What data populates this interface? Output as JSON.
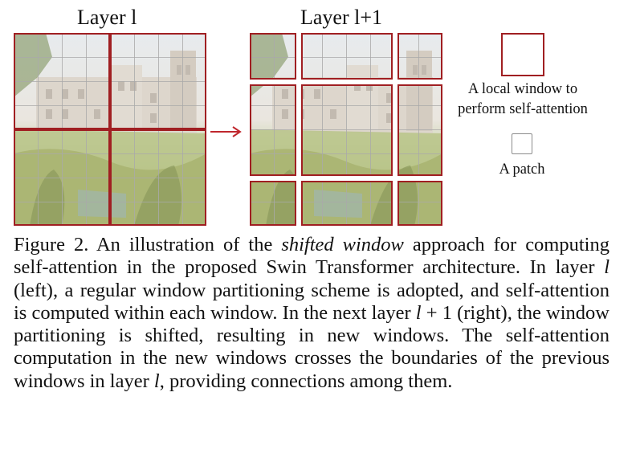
{
  "figure": {
    "layer_left_label": "Layer l",
    "layer_right_label": "Layer l+1",
    "legend": {
      "window_label": "A local window to perform self-attention",
      "patch_label": "A patch"
    },
    "caption": {
      "prefix": "Figure 2. An illustration of the ",
      "emphasis": "shifted window",
      "part2": " approach for computing self-attention in the proposed Swin Transformer architecture. In layer ",
      "var_l_1": "l",
      "part3": " (left), a regular window partitioning scheme is adopted, and self-attention is computed within each window. In the next layer ",
      "var_l_2": "l",
      "math_plus_one": " + 1",
      "part4": " (right), the window partitioning is shifted, resulting in new windows. The self-attention computation in the new windows crosses the boundaries of the previous windows in layer ",
      "var_l_3": "l",
      "part5": ", providing connections among them."
    },
    "colors": {
      "window_border": "#a01f22",
      "patch_grid": "#a9a9a9",
      "arrow": "#c0272d"
    }
  }
}
